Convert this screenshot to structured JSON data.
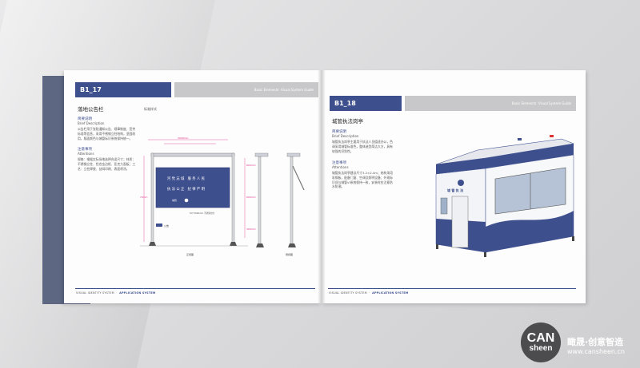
{
  "left_page": {
    "section_code": "B1_17",
    "header_right": "Basic Elements: Visual System Guide",
    "title": "落地公告栏",
    "diagram_caption": "标准样式",
    "sections": [
      {
        "heading": "简要说明",
        "sub": "Brief Description",
        "body": "公告栏用于张贴通知公告、规章制度、宣传标语等信息，采用不锈钢立柱结构，坚固耐用，版面颜色与城管标识系统保持统一。"
      },
      {
        "heading": "注意事项",
        "sub": "Attentions",
        "body": "规格：根据实际场地选择合适尺寸；材质：不锈钢立柱、铝合金边框、亚克力面板；工艺：立柱焊接、丝网印刷、表面喷涂。"
      }
    ],
    "board_lines": [
      "河 党 志 城　服 务 人 民",
      "执 法 公 正　纪 律 严 明"
    ],
    "board_badge": "城管",
    "board_footer": "5m*2000mm 不锈钢立柱",
    "side_note": "公告",
    "dims": {
      "top_width": "3000mm",
      "height": "2270mm",
      "side_1": "800mm",
      "side_2": "600mm",
      "side_3": "300mm"
    },
    "view_front": "正视图",
    "view_side": "侧视图",
    "footer_a": "VISUAL IDENTITY SYSTEM",
    "footer_b": "APPLICATION SYSTEM"
  },
  "right_page": {
    "section_code": "B1_18",
    "header_right": "Basic Elements: Visual System Guide",
    "title": "城管执法岗亭",
    "sections": [
      {
        "heading": "简要说明",
        "sub": "Brief Description",
        "body": "城管执法岗亭主要用于执法人员值班办公，色调采用城管标准色，整体造型简洁大方，具有较强的识别性。"
      },
      {
        "heading": "注意事项",
        "sub": "Attentions",
        "body": "城管执法岗亭建议尺寸3.2×2.4m；结构采用彩钢板，配备门窗、空调及照明设备；外观标识须与城管VI系统保持一致，安装时应注意防水防潮。"
      }
    ],
    "booth_label": "城 管 执 法",
    "footer_a": "VISUAL IDENTITY SYSTEM",
    "footer_b": "APPLICATION SYSTEM"
  },
  "brand": {
    "logo_top": "CAN",
    "logo_bottom": "sheen",
    "name_cn": "瞰晟·创意智造",
    "url": "www.cansheen.cn"
  },
  "colors": {
    "accent": "#3e4f8e",
    "accent_dark": "#2c3a73",
    "logo_bg": "#4c4c4e"
  }
}
